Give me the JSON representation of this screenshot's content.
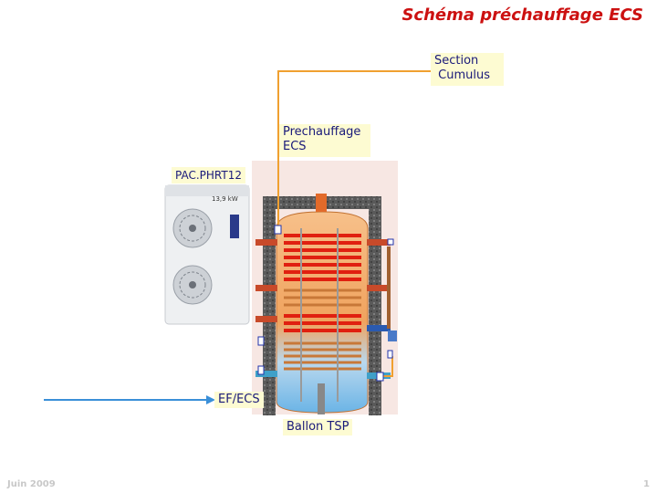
{
  "title": "Schéma préchauffage ECS",
  "labels": {
    "section_cumulus": [
      "Section",
      " Cumulus"
    ],
    "prechauffage": [
      "Prechauffage",
      "ECS"
    ],
    "pac": "PAC.PHRT12",
    "ef_ecs": "EF/ECS",
    "ballon": "Ballon TSP"
  },
  "heat_pump_rating": "13,9 kW",
  "footer": {
    "date": "Juin 2009",
    "page": "1"
  },
  "colors": {
    "title": "#cc1111",
    "label_bg": "#fdfbd2",
    "pipe_orange": "#f0a030",
    "pipe_blue": "#3a8fd8",
    "coil_red": "#e02010"
  }
}
